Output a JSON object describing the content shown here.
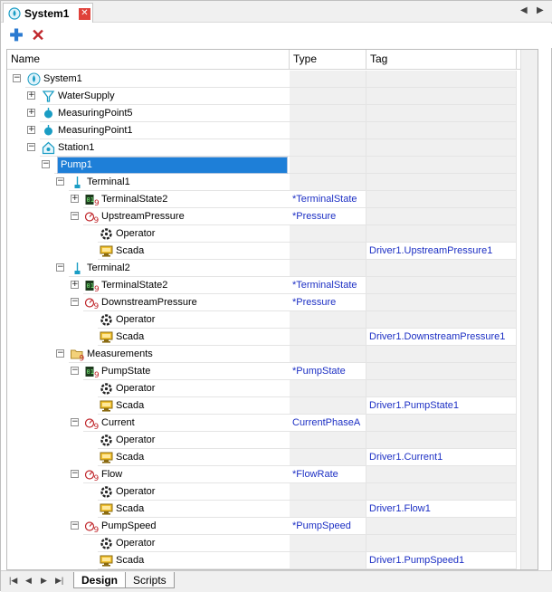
{
  "window": {
    "tab_title": "System1",
    "close_icon": "close-icon"
  },
  "toolbar": {
    "add_icon": "plus-icon",
    "delete_icon": "delete-icon"
  },
  "grid": {
    "columns": [
      "Name",
      "Type",
      "Tag"
    ],
    "rows": [
      {
        "level": 0,
        "exp": "-",
        "icon": "system-icon",
        "name": "System1",
        "type": "",
        "tag": ""
      },
      {
        "level": 1,
        "exp": "+",
        "icon": "watersupply-icon",
        "name": "WaterSupply",
        "type": "",
        "tag": ""
      },
      {
        "level": 1,
        "exp": "+",
        "icon": "measuringpoint-icon",
        "name": "MeasuringPoint5",
        "type": "",
        "tag": ""
      },
      {
        "level": 1,
        "exp": "+",
        "icon": "measuringpoint-icon",
        "name": "MeasuringPoint1",
        "type": "",
        "tag": ""
      },
      {
        "level": 1,
        "exp": "-",
        "icon": "station-icon",
        "name": "Station1",
        "type": "",
        "tag": ""
      },
      {
        "level": 2,
        "exp": "-",
        "icon": "pump-icon",
        "name": "Pump1",
        "type": "",
        "tag": "",
        "selected": true
      },
      {
        "level": 3,
        "exp": "-",
        "icon": "terminal-icon",
        "name": "Terminal1",
        "type": "",
        "tag": ""
      },
      {
        "level": 4,
        "exp": "+",
        "icon": "digital-signal-icon",
        "name": "TerminalState2",
        "type": "*TerminalState",
        "tag": ""
      },
      {
        "level": 4,
        "exp": "-",
        "icon": "analog-signal-icon",
        "name": "UpstreamPressure",
        "type": "*Pressure",
        "tag": ""
      },
      {
        "level": 5,
        "exp": "",
        "icon": "operator-icon",
        "name": "Operator",
        "type": "",
        "tag": ""
      },
      {
        "level": 5,
        "exp": "",
        "icon": "scada-icon",
        "name": "Scada",
        "type": "",
        "tag": "Driver1.UpstreamPressure1"
      },
      {
        "level": 3,
        "exp": "-",
        "icon": "terminal-icon",
        "name": "Terminal2",
        "type": "",
        "tag": ""
      },
      {
        "level": 4,
        "exp": "+",
        "icon": "digital-signal-icon",
        "name": "TerminalState2",
        "type": "*TerminalState",
        "tag": ""
      },
      {
        "level": 4,
        "exp": "-",
        "icon": "analog-signal-icon",
        "name": "DownstreamPressure",
        "type": "*Pressure",
        "tag": ""
      },
      {
        "level": 5,
        "exp": "",
        "icon": "operator-icon",
        "name": "Operator",
        "type": "",
        "tag": ""
      },
      {
        "level": 5,
        "exp": "",
        "icon": "scada-icon",
        "name": "Scada",
        "type": "",
        "tag": "Driver1.DownstreamPressure1"
      },
      {
        "level": 3,
        "exp": "-",
        "icon": "folder-icon",
        "name": "Measurements",
        "type": "",
        "tag": ""
      },
      {
        "level": 4,
        "exp": "-",
        "icon": "digital-signal-icon",
        "name": "PumpState",
        "type": "*PumpState",
        "tag": ""
      },
      {
        "level": 5,
        "exp": "",
        "icon": "operator-icon",
        "name": "Operator",
        "type": "",
        "tag": ""
      },
      {
        "level": 5,
        "exp": "",
        "icon": "scada-icon",
        "name": "Scada",
        "type": "",
        "tag": "Driver1.PumpState1"
      },
      {
        "level": 4,
        "exp": "-",
        "icon": "analog-signal-icon",
        "name": "Current",
        "type": "CurrentPhaseA",
        "tag": ""
      },
      {
        "level": 5,
        "exp": "",
        "icon": "operator-icon",
        "name": "Operator",
        "type": "",
        "tag": ""
      },
      {
        "level": 5,
        "exp": "",
        "icon": "scada-icon",
        "name": "Scada",
        "type": "",
        "tag": "Driver1.Current1"
      },
      {
        "level": 4,
        "exp": "-",
        "icon": "analog-signal-icon",
        "name": "Flow",
        "type": "*FlowRate",
        "tag": ""
      },
      {
        "level": 5,
        "exp": "",
        "icon": "operator-icon",
        "name": "Operator",
        "type": "",
        "tag": ""
      },
      {
        "level": 5,
        "exp": "",
        "icon": "scada-icon",
        "name": "Scada",
        "type": "",
        "tag": "Driver1.Flow1"
      },
      {
        "level": 4,
        "exp": "-",
        "icon": "analog-signal-icon",
        "name": "PumpSpeed",
        "type": "*PumpSpeed",
        "tag": ""
      },
      {
        "level": 5,
        "exp": "",
        "icon": "operator-icon",
        "name": "Operator",
        "type": "",
        "tag": ""
      },
      {
        "level": 5,
        "exp": "",
        "icon": "scada-icon",
        "name": "Scada",
        "type": "",
        "tag": "Driver1.PumpSpeed1"
      }
    ]
  },
  "bottom_tabs": [
    "Design",
    "Scripts"
  ],
  "colors": {
    "selection": "#1e7fd8",
    "link_text": "#1c2fc4",
    "icon_teal": "#1a9dc4"
  }
}
